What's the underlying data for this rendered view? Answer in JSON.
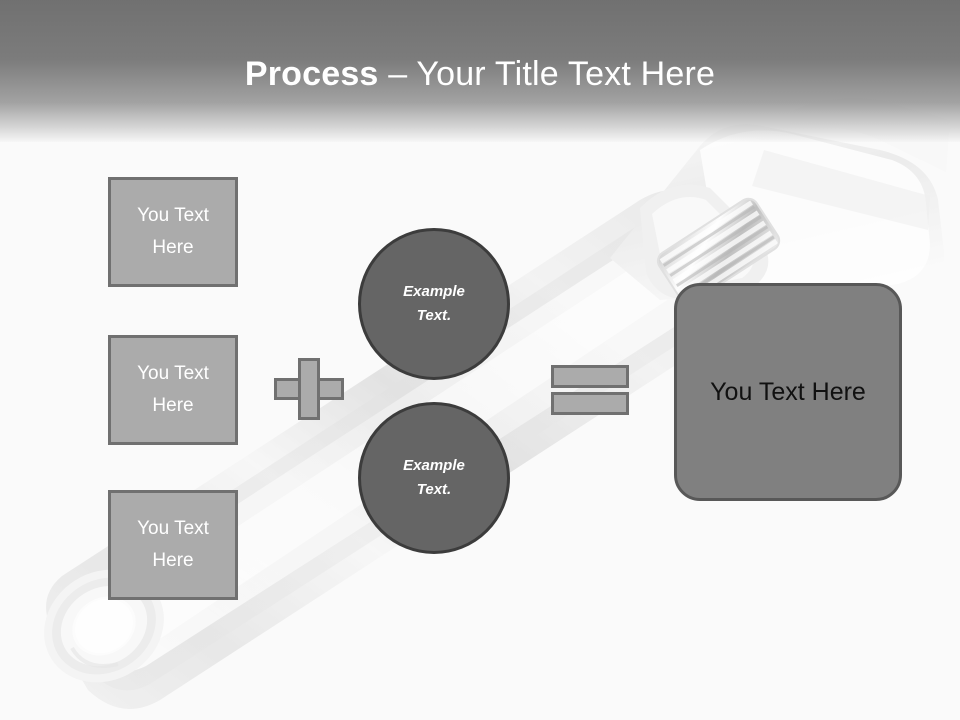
{
  "slide": {
    "title": {
      "emphasis": "Process",
      "rest": " – Your Title Text Here",
      "full": "Process – Your Title Text Here"
    },
    "background": {
      "image_subject": "adjustable-wrench-photo",
      "style": "faded grayscale photograph, diagonal from lower-left to upper-right"
    },
    "colors": {
      "title_bar_top": "#6c6c6c",
      "title_bar_bottom": "#dedede",
      "title_text": "#ffffff",
      "input_box_fill": "#ababab",
      "input_box_border": "#707070",
      "input_box_text": "#ffffff",
      "circle_fill": "#656565",
      "circle_border": "#3c3c3c",
      "circle_text": "#ffffff",
      "operator_fill": "#ababab",
      "operator_border": "#707070",
      "result_fill": "#808080",
      "result_border": "#585858",
      "result_text": "#111111",
      "canvas": "#f7f7f7"
    },
    "input_boxes": [
      {
        "id": "box-1",
        "line1": "You Text",
        "line2": "Here"
      },
      {
        "id": "box-2",
        "line1": "You Text",
        "line2": "Here"
      },
      {
        "id": "box-3",
        "line1": "You Text",
        "line2": "Here"
      }
    ],
    "operators": {
      "plus": "+",
      "equals": "="
    },
    "circles": [
      {
        "id": "circle-1",
        "line1": "Example",
        "line2": "Text."
      },
      {
        "id": "circle-2",
        "line1": "Example",
        "line2": "Text."
      }
    ],
    "result": {
      "label": "You Text Here"
    }
  }
}
